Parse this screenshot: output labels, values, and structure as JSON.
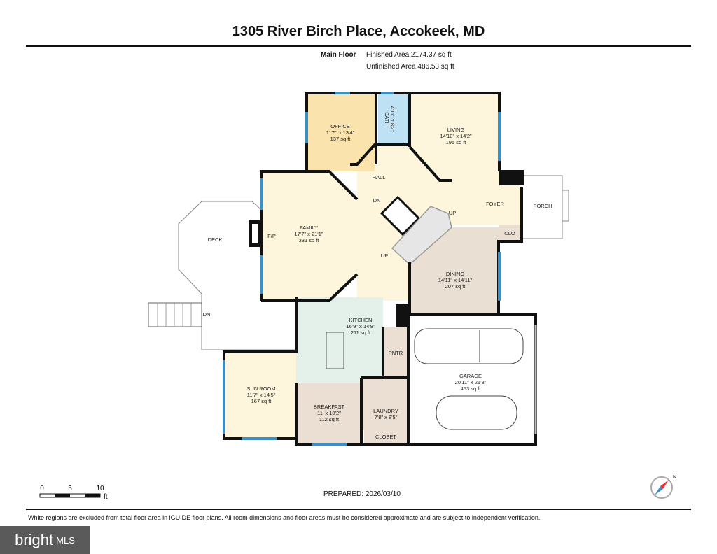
{
  "title": "1305 River Birch Place, Accokeek, MD",
  "floor": {
    "name": "Main Floor",
    "finished_area": "Finished Area 2174.37 sq ft",
    "unfinished_area": "Unfinished Area 486.53 sq ft"
  },
  "rooms": {
    "office": {
      "name": "OFFICE",
      "dims": "11'6\" x 13'4\"",
      "area": "137 sq ft"
    },
    "bath": {
      "name": "BATH",
      "dims": "4'11\" x 8'2\""
    },
    "living": {
      "name": "LIVING",
      "dims": "14'10\" x 14'2\"",
      "area": "195 sq ft"
    },
    "hall": {
      "name": "HALL"
    },
    "family": {
      "name": "FAMILY",
      "dims": "17'7\" x 21'1\"",
      "area": "331 sq ft"
    },
    "fp": "F/P",
    "deck": "DECK",
    "foyer": "FOYER",
    "porch": "PORCH",
    "clo": "CLO",
    "dining": {
      "name": "DINING",
      "dims": "14'11\" x 14'11\"",
      "area": "207 sq ft"
    },
    "kitchen": {
      "name": "KITCHEN",
      "dims": "16'9\" x 14'8\"",
      "area": "211 sq ft"
    },
    "pntr": "PNTR",
    "garage": {
      "name": "GARAGE",
      "dims": "20'11\" x 21'8\"",
      "area": "453 sq ft"
    },
    "sunroom": {
      "name": "SUN ROOM",
      "dims": "11'7\" x 14'5\"",
      "area": "167 sq ft"
    },
    "breakfast": {
      "name": "BREAKFAST",
      "dims": "11' x 10'2\"",
      "area": "112 sq ft"
    },
    "laundry": {
      "name": "LAUNDRY",
      "dims": "7'8\" x 8'5\""
    },
    "closet": "CLOSET",
    "stairs": {
      "dn1": "DN",
      "up1": "UP",
      "up2": "UP",
      "dn_deck": "DN"
    }
  },
  "scale": {
    "t0": "0",
    "t5": "5",
    "t10": "10",
    "unit": "ft"
  },
  "compass": {
    "label": "N"
  },
  "prepared": "PREPARED: 2026/03/10",
  "disclaimer": "White regions are excluded from total floor area in iGUIDE floor plans. All room dimensions and floor areas must be considered approximate and are subject to independent verification.",
  "logo": {
    "brand": "bright",
    "suffix": "MLS"
  },
  "colors": {
    "office": "#fbe3ad",
    "bath": "#bfe1f4",
    "cream": "#fdf6dc",
    "dining": "#e9e0d3",
    "kitchen": "#e4f1ea",
    "beige": "#eadfd2",
    "window": "#3b8fc7"
  }
}
